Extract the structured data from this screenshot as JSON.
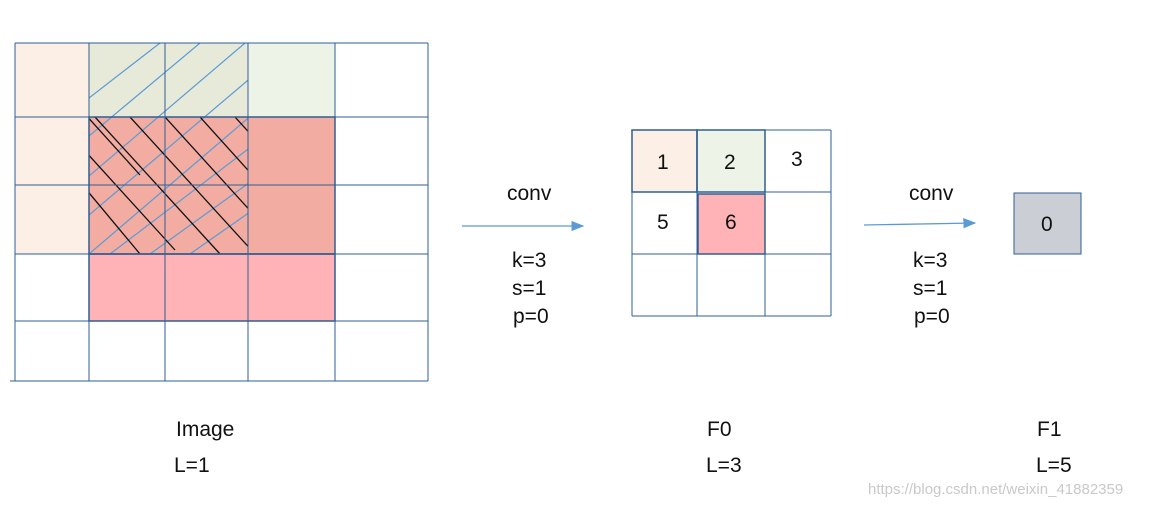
{
  "colors": {
    "grid_line": "#2f5f94",
    "light_orange": "#fcefe6",
    "light_green": "#edf4e7",
    "overlap_olive": "#e8ead9",
    "salmon": "#f2aca2",
    "pink": "#ffb3b6",
    "gray_cell": "#ccced6",
    "hatch_blue": "#5b9bd5",
    "hatch_black": "#111111",
    "arrow": "#5b9bd5"
  },
  "image": {
    "label": "Image",
    "level": "L=1"
  },
  "conv1": {
    "title": "conv",
    "k": "k=3",
    "s": "s=1",
    "p": "p=0"
  },
  "f0": {
    "label": "F0",
    "level": "L=3",
    "cells": [
      "1",
      "2",
      "3",
      "5",
      "6"
    ]
  },
  "conv2": {
    "title": "conv",
    "k": "k=3",
    "s": "s=1",
    "p": "p=0"
  },
  "f1": {
    "label": "F1",
    "level": "L=5",
    "value": "0"
  },
  "watermark": "https://blog.csdn.net/weixin_41882359"
}
